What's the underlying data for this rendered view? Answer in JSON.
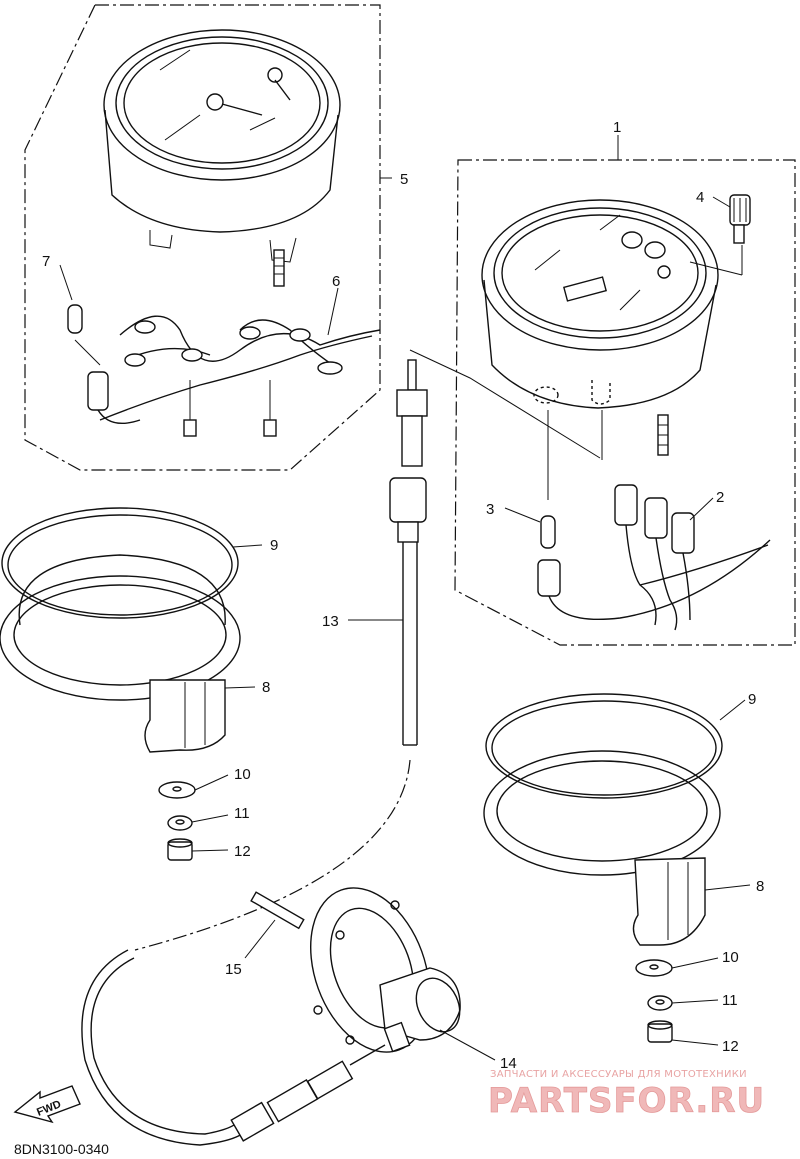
{
  "diagram": {
    "callouts": [
      "1",
      "2",
      "3",
      "4",
      "5",
      "6",
      "7",
      "8",
      "9",
      "10",
      "11",
      "12",
      "13",
      "14",
      "15"
    ],
    "callouts_second_set": [
      "9",
      "8",
      "10",
      "11",
      "12"
    ],
    "fwd_arrow_label": "FWD",
    "drawing_code": "8DN3100-0340"
  },
  "watermark": {
    "tagline": "ЗАПЧАСТИ И АКСЕССУАРЫ ДЛЯ МОТОТЕХНИКИ",
    "brand": "PARTSFOR.RU",
    "color": "#e8a3a3"
  },
  "colors": {
    "line": "#111111",
    "background": "#ffffff"
  }
}
